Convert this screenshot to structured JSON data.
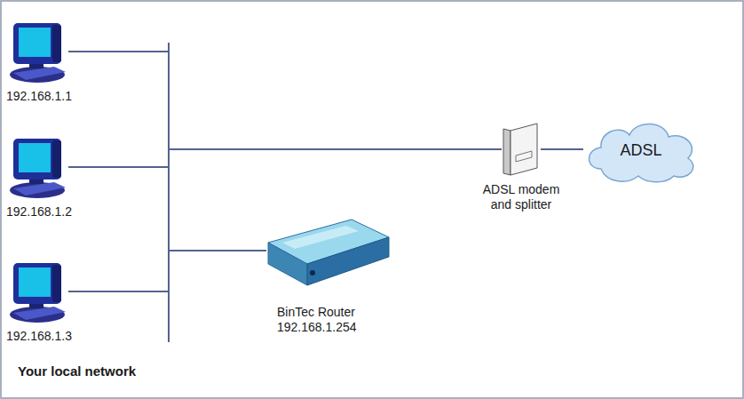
{
  "diagram": {
    "nodes": [
      {
        "text": [
          "Your local network"
        ]
      },
      {
        "text": [
          "192.168.1.1"
        ],
        "in": 0
      },
      {
        "text": [
          "192.168.1.2"
        ],
        "in": 0
      },
      {
        "text": [
          "192.168.1.3"
        ],
        "in": 0
      },
      {
        "text": [
          "BinTec Router 192.168.1.254"
        ],
        "in": 0
      },
      {
        "text": [
          "ADSL modem and splitter"
        ],
        "in": 0
      },
      {
        "text": [
          "ADSL"
        ],
        "in": 0
      }
    ],
    "edges": [
      {
        "from": 1,
        "to": 5,
        "arrow": "none"
      },
      {
        "from": 2,
        "to": 5,
        "arrow": "none"
      },
      {
        "from": 3,
        "to": 5,
        "arrow": "none"
      },
      {
        "from": 4,
        "to": 5,
        "arrow": "none"
      },
      {
        "from": 5,
        "to": 6,
        "arrow": "none"
      }
    ]
  }
}
